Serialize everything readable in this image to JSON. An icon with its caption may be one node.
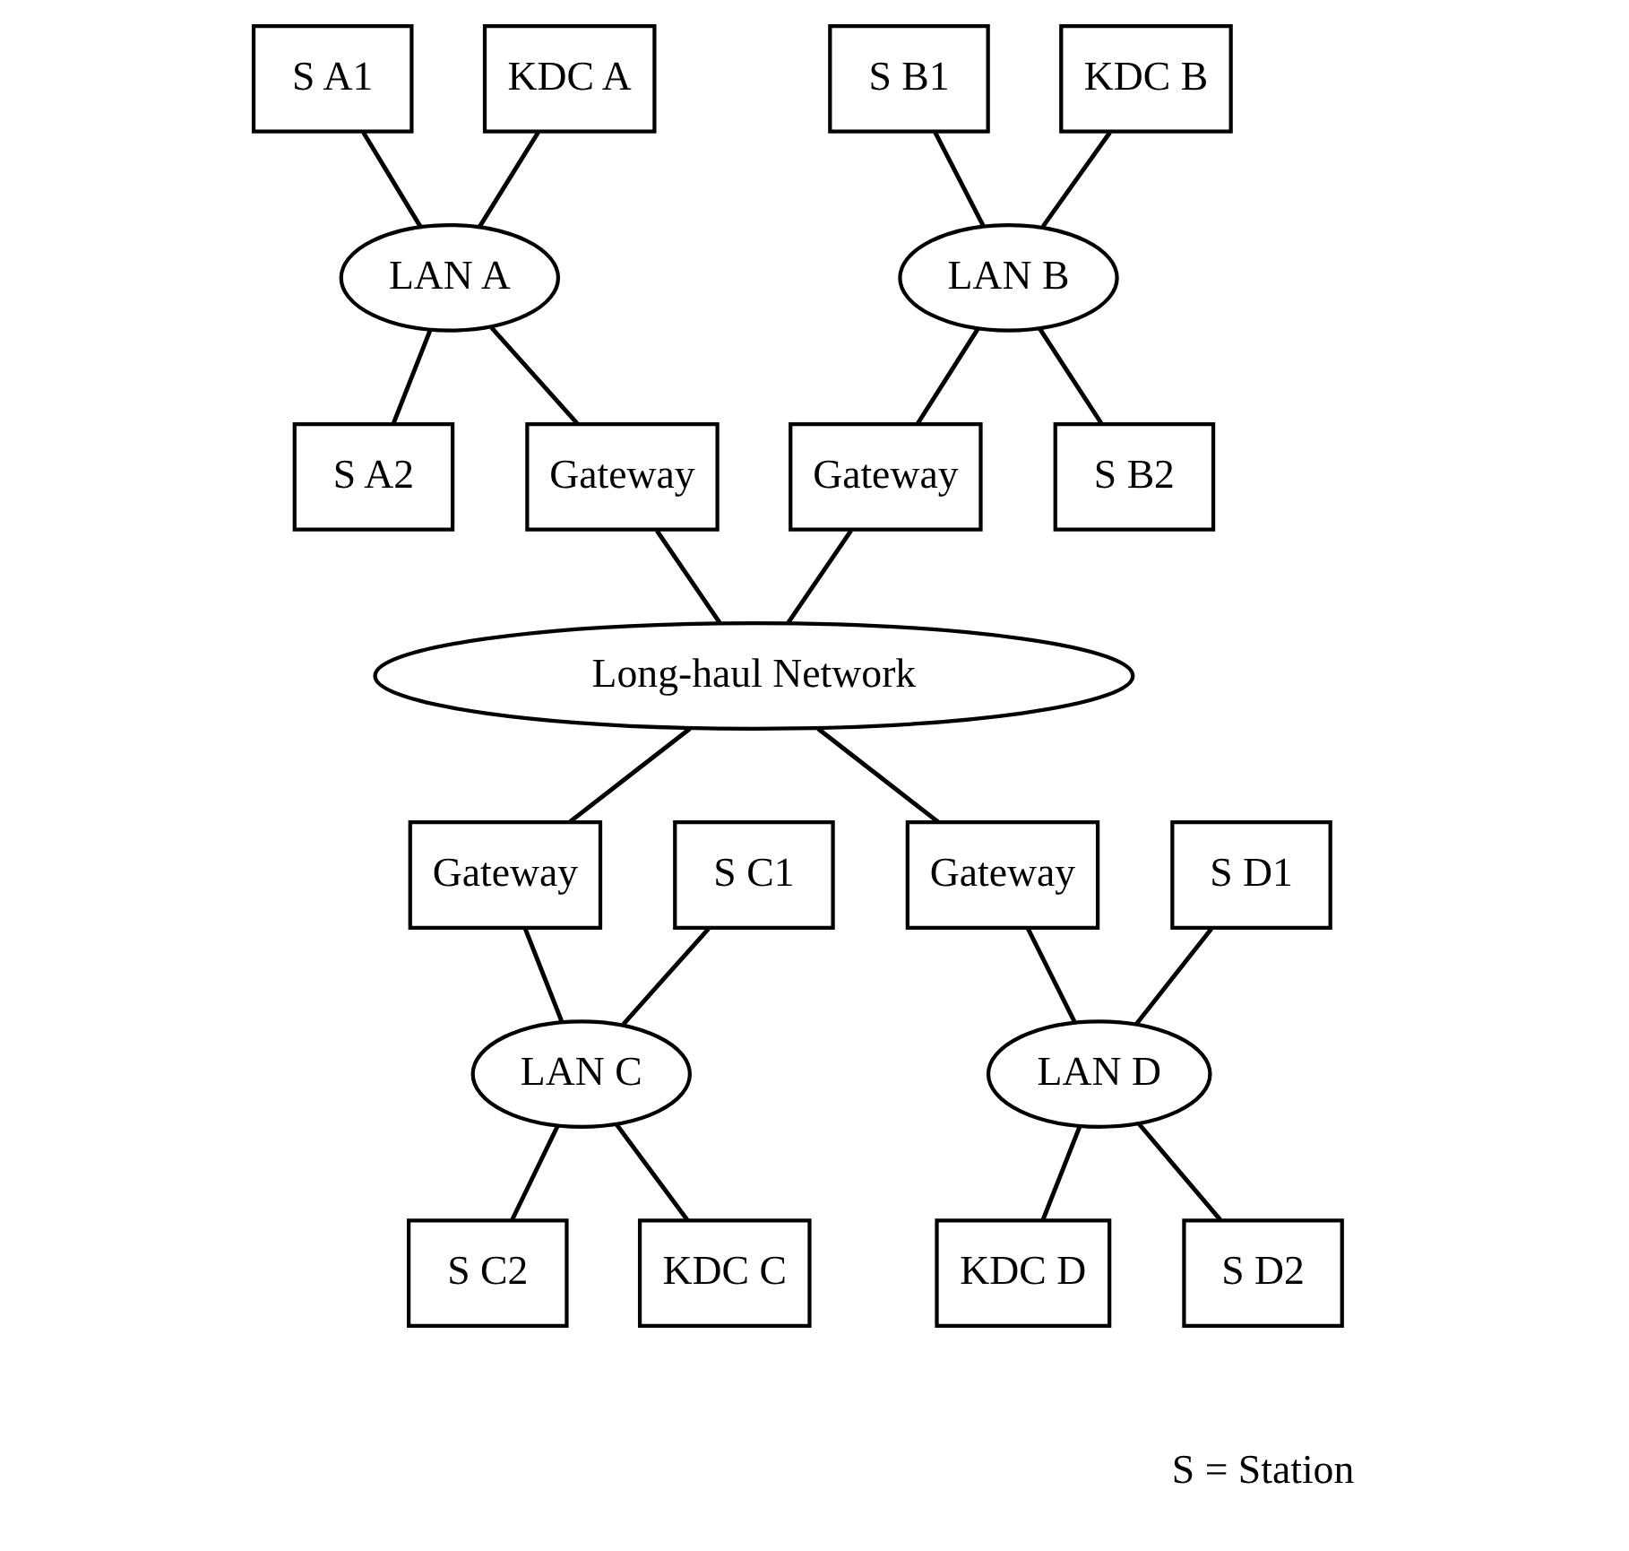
{
  "diagram": {
    "nodes": [
      {
        "text": [
          "S A1"
        ]
      },
      {
        "text": [
          "KDC A"
        ]
      },
      {
        "text": [
          "S B1"
        ]
      },
      {
        "text": [
          "KDC B"
        ]
      },
      {
        "text": [
          "LAN A"
        ]
      },
      {
        "text": [
          "LAN B"
        ]
      },
      {
        "text": [
          "S A2"
        ]
      },
      {
        "text": [
          "Gateway"
        ]
      },
      {
        "text": [
          "Gateway"
        ]
      },
      {
        "text": [
          "S B2"
        ]
      },
      {
        "text": [
          "Long-haul Network"
        ]
      },
      {
        "text": [
          "S C1"
        ]
      },
      {
        "text": [
          "Gateway"
        ]
      },
      {
        "text": [
          "S D1"
        ]
      },
      {
        "text": [
          "Gateway"
        ]
      },
      {
        "text": [
          "LAN C"
        ]
      },
      {
        "text": [
          "LAN D"
        ]
      },
      {
        "text": [
          "S C2"
        ]
      },
      {
        "text": [
          "KDC C"
        ]
      },
      {
        "text": [
          "KDC D"
        ]
      },
      {
        "text": [
          "S D2"
        ]
      }
    ],
    "edges": [
      {
        "from": 0,
        "to": 4,
        "arrow": "none"
      },
      {
        "from": 1,
        "to": 4,
        "arrow": "none"
      },
      {
        "from": 4,
        "to": 6,
        "arrow": "none"
      },
      {
        "from": 4,
        "to": 7,
        "arrow": "none"
      },
      {
        "from": 7,
        "to": 10,
        "arrow": "none"
      },
      {
        "from": 2,
        "to": 5,
        "arrow": "none"
      },
      {
        "from": 3,
        "to": 5,
        "arrow": "none"
      },
      {
        "from": 5,
        "to": 8,
        "arrow": "none"
      },
      {
        "from": 5,
        "to": 9,
        "arrow": "none"
      },
      {
        "from": 8,
        "to": 10,
        "arrow": "none"
      },
      {
        "from": 10,
        "to": 12,
        "arrow": "none"
      },
      {
        "from": 12,
        "to": 15,
        "arrow": "none"
      },
      {
        "from": 11,
        "to": 15,
        "arrow": "none"
      },
      {
        "from": 15,
        "to": 17,
        "arrow": "none"
      },
      {
        "from": 15,
        "to": 18,
        "arrow": "none"
      },
      {
        "from": 10,
        "to": 14,
        "arrow": "none"
      },
      {
        "from": 14,
        "to": 16,
        "arrow": "none"
      },
      {
        "from": 13,
        "to": 16,
        "arrow": "none"
      },
      {
        "from": 16,
        "to": 19,
        "arrow": "none"
      },
      {
        "from": 16,
        "to": 20,
        "arrow": "none"
      }
    ],
    "labels": [
      "S = Station"
    ]
  }
}
